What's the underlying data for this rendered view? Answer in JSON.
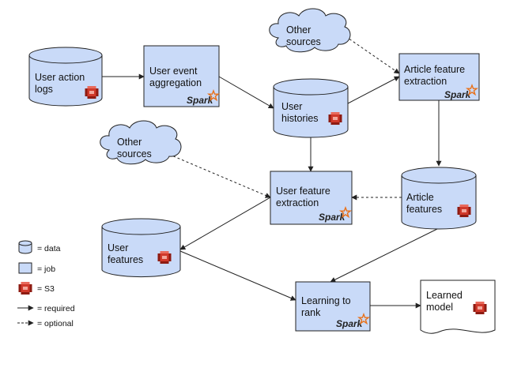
{
  "colors": {
    "fill": "#c9daf8",
    "stroke": "#222222",
    "s3_red": "#d0392b",
    "s3_dark": "#8e1b12",
    "spark_star": "#e8711a"
  },
  "spark_logo_text": "Spark",
  "nodes": {
    "user_action_logs": {
      "line1": "User action",
      "line2": "logs"
    },
    "user_event_aggregation": {
      "line1": "User event",
      "line2": "aggregation"
    },
    "other_sources_top": {
      "line1": "Other",
      "line2": "sources"
    },
    "article_feature_extraction": {
      "line1": "Article feature",
      "line2": "extraction"
    },
    "user_histories": {
      "line1": "User",
      "line2": "histories"
    },
    "other_sources_left": {
      "line1": "Other",
      "line2": "sources"
    },
    "user_feature_extraction": {
      "line1": "User feature",
      "line2": "extraction"
    },
    "article_features": {
      "line1": "Article",
      "line2": "features"
    },
    "user_features": {
      "line1": "User",
      "line2": "features"
    },
    "learning_to_rank": {
      "line1": "Learning to",
      "line2": "rank"
    },
    "learned_model": {
      "line1": "Learned",
      "line2": "model"
    }
  },
  "legend": {
    "data": "= data",
    "job": "= job",
    "s3": "= S3",
    "required": "= required",
    "optional": "= optional"
  }
}
